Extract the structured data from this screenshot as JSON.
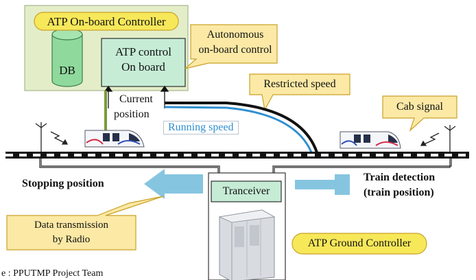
{
  "onboard": {
    "title": "ATP On-board Controller",
    "db": "DB",
    "control_line1": "ATP control",
    "control_line2": "On board"
  },
  "callouts": {
    "autonomous_line1": "Autonomous",
    "autonomous_line2": "on-board control",
    "restricted_speed": "Restricted speed",
    "cab_signal": "Cab signal",
    "data_tx_line1": "Data transmission",
    "data_tx_line2": "by Radio"
  },
  "labels": {
    "current_position_line1": "Current",
    "current_position_line2": "position",
    "running_speed": "Running speed",
    "stopping_position": "Stopping position",
    "train_detection_line1": "Train detection",
    "train_detection_line2": "(train position)",
    "transceiver": "Tranceiver",
    "ground_controller": "ATP Ground Controller",
    "source": "e : PPUTMP Project Team"
  },
  "colors": {
    "onboard_box": "#e3eec9",
    "callout_fill": "#fbe9a5",
    "callout_border": "#c9a227",
    "green_box": "#c6ecd6",
    "light_blue_arrow": "#86c5e0",
    "running_speed_line": "#2f8fd0",
    "olive_link": "#7a9a3a"
  }
}
